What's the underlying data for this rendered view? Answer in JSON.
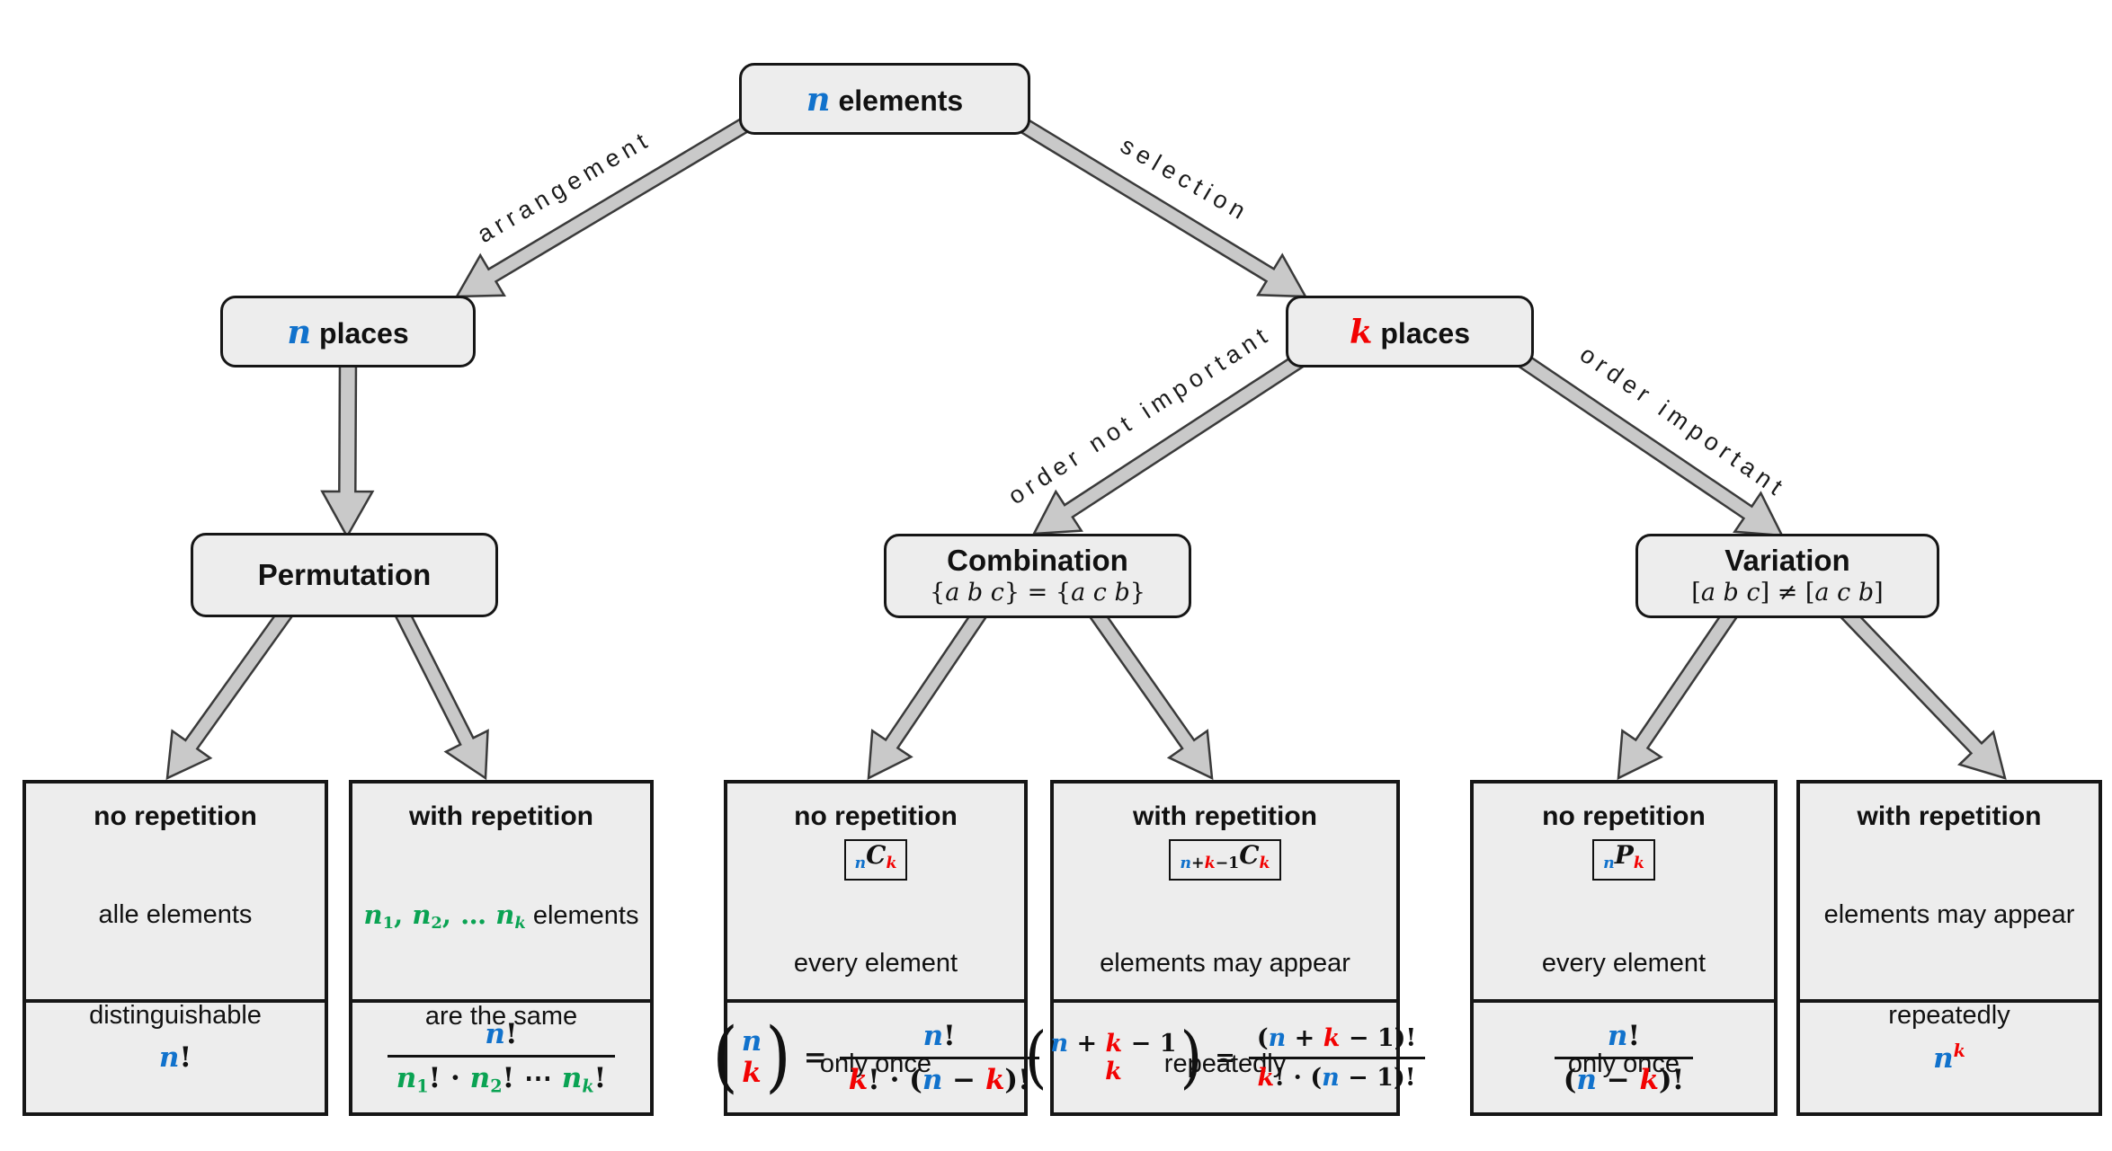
{
  "palette": {
    "blue": "#1172cc",
    "red": "#f20202",
    "green": "#0aa353",
    "box_fill": "#ededed",
    "border": "#161616",
    "arrow_fill": "#c9c9c9",
    "arrow_stroke": "#3a3a3a"
  },
  "nodes": {
    "root": {
      "title": [
        {
          "t": "n",
          "c": "n",
          "v": 1
        },
        {
          "t": " elements",
          "f": "h"
        }
      ]
    },
    "n_places": {
      "title": [
        {
          "t": "n",
          "c": "n",
          "v": 1
        },
        {
          "t": " places",
          "f": "h"
        }
      ]
    },
    "k_places": {
      "title": [
        {
          "t": "k",
          "c": "k",
          "v": 1
        },
        {
          "t": " places",
          "f": "h"
        }
      ]
    },
    "permutation": {
      "title": "Permutation"
    },
    "combination": {
      "title": "Combination",
      "subtitle": [
        {
          "t": "{"
        },
        {
          "t": "a",
          "v": 1
        },
        {
          "t": " "
        },
        {
          "t": "b",
          "v": 1
        },
        {
          "t": " "
        },
        {
          "t": "c",
          "v": 1
        },
        {
          "t": "} = {"
        },
        {
          "t": "a",
          "v": 1
        },
        {
          "t": " "
        },
        {
          "t": "c",
          "v": 1
        },
        {
          "t": " "
        },
        {
          "t": "b",
          "v": 1
        },
        {
          "t": "}"
        }
      ]
    },
    "variation": {
      "title": "Variation",
      "subtitle": [
        {
          "t": "["
        },
        {
          "t": "a",
          "v": 1
        },
        {
          "t": " "
        },
        {
          "t": "b",
          "v": 1
        },
        {
          "t": " "
        },
        {
          "t": "c",
          "v": 1
        },
        {
          "t": "] ≠ ["
        },
        {
          "t": "a",
          "v": 1
        },
        {
          "t": " "
        },
        {
          "t": "c",
          "v": 1
        },
        {
          "t": " "
        },
        {
          "t": "b",
          "v": 1
        },
        {
          "t": "]"
        }
      ]
    }
  },
  "edges": {
    "arrangement": {
      "label": "arrangement"
    },
    "selection": {
      "label": "selection"
    },
    "order_not_important": {
      "label": "order not important"
    },
    "order_important": {
      "label": "order important"
    }
  },
  "leaves": [
    {
      "header": "no repetition",
      "desc1": "alle elements",
      "desc2": "distinguishable",
      "formula": {
        "main": [
          {
            "t": "n",
            "c": "n",
            "v": 1
          },
          {
            "t": "!"
          }
        ]
      }
    },
    {
      "header": "with repetition",
      "desc1_math": [
        {
          "t": "n",
          "c": "g",
          "v": 1
        },
        {
          "t": "1",
          "c": "g",
          "s": 1
        },
        {
          "t": ", ",
          "c": "g"
        },
        {
          "t": "n",
          "c": "g",
          "v": 1
        },
        {
          "t": "2",
          "c": "g",
          "s": 1
        },
        {
          "t": ", … ",
          "c": "g"
        },
        {
          "t": "n",
          "c": "g",
          "v": 1
        },
        {
          "t": "k",
          "c": "g",
          "v": 1,
          "s": 1
        },
        {
          "t": " elements",
          "f": "t"
        }
      ],
      "desc2": "are the same",
      "formula": {
        "num": [
          {
            "t": "n",
            "c": "n",
            "v": 1
          },
          {
            "t": "!"
          }
        ],
        "den": [
          {
            "t": "n",
            "c": "g",
            "v": 1
          },
          {
            "t": "1",
            "c": "g",
            "s": 1
          },
          {
            "t": "! · "
          },
          {
            "t": "n",
            "c": "g",
            "v": 1
          },
          {
            "t": "2",
            "c": "g",
            "s": 1
          },
          {
            "t": "! ⋯ "
          },
          {
            "t": "n",
            "c": "g",
            "v": 1
          },
          {
            "t": "k",
            "c": "g",
            "v": 1,
            "s": 1
          },
          {
            "t": "!"
          }
        ]
      }
    },
    {
      "header": "no repetition",
      "symbol": [
        {
          "t": "n",
          "c": "n",
          "v": 1,
          "s": 1
        },
        {
          "t": "C",
          "v": 1
        },
        {
          "t": "k",
          "c": "k",
          "v": 1,
          "s": 1
        }
      ],
      "desc1": "every element",
      "desc2": "only once",
      "formula": {
        "top": [
          {
            "t": "n",
            "c": "n",
            "v": 1
          }
        ],
        "bot": [
          {
            "t": "k",
            "c": "k",
            "v": 1
          }
        ],
        "eq": "=",
        "num": [
          {
            "t": "n",
            "c": "n",
            "v": 1
          },
          {
            "t": "!"
          }
        ],
        "den": [
          {
            "t": "k",
            "c": "k",
            "v": 1
          },
          {
            "t": "! · ("
          },
          {
            "t": "n",
            "c": "n",
            "v": 1
          },
          {
            "t": " − "
          },
          {
            "t": "k",
            "c": "k",
            "v": 1
          },
          {
            "t": ")!"
          }
        ]
      }
    },
    {
      "header": "with repetition",
      "symbol": [
        {
          "t": "n",
          "c": "n",
          "v": 1,
          "s": 1
        },
        {
          "t": "+",
          "s": 1
        },
        {
          "t": "k",
          "c": "k",
          "v": 1,
          "s": 1
        },
        {
          "t": "−1",
          "s": 1
        },
        {
          "t": "C",
          "v": 1
        },
        {
          "t": "k",
          "c": "k",
          "v": 1,
          "s": 1
        }
      ],
      "desc1": "elements may appear",
      "desc2": "repeatedly",
      "formula": {
        "top": [
          {
            "t": "n",
            "c": "n",
            "v": 1
          },
          {
            "t": " + "
          },
          {
            "t": "k",
            "c": "k",
            "v": 1
          },
          {
            "t": " − 1"
          }
        ],
        "bot": [
          {
            "t": "k",
            "c": "k",
            "v": 1
          }
        ],
        "eq": "=",
        "num": [
          {
            "t": "("
          },
          {
            "t": "n",
            "c": "n",
            "v": 1
          },
          {
            "t": " + "
          },
          {
            "t": "k",
            "c": "k",
            "v": 1
          },
          {
            "t": " − 1)!"
          }
        ],
        "den": [
          {
            "t": "k",
            "c": "k",
            "v": 1
          },
          {
            "t": "! · ("
          },
          {
            "t": "n",
            "c": "n",
            "v": 1
          },
          {
            "t": " − 1)!"
          }
        ]
      }
    },
    {
      "header": "no repetition",
      "symbol": [
        {
          "t": "n",
          "c": "n",
          "v": 1,
          "s": 1
        },
        {
          "t": "P",
          "v": 1
        },
        {
          "t": "k",
          "c": "k",
          "v": 1,
          "s": 1
        }
      ],
      "desc1": "every element",
      "desc2": "only once",
      "formula": {
        "num": [
          {
            "t": "n",
            "c": "n",
            "v": 1
          },
          {
            "t": "!"
          }
        ],
        "den": [
          {
            "t": "("
          },
          {
            "t": "n",
            "c": "n",
            "v": 1
          },
          {
            "t": " − "
          },
          {
            "t": "k",
            "c": "k",
            "v": 1
          },
          {
            "t": ")!"
          }
        ]
      }
    },
    {
      "header": "with repetition",
      "desc1": "elements may appear",
      "desc2": "repeatedly",
      "formula": {
        "main": [
          {
            "t": "n",
            "c": "n",
            "v": 1
          },
          {
            "t": "k",
            "c": "k",
            "v": 1,
            "p": 1
          }
        ]
      }
    }
  ]
}
